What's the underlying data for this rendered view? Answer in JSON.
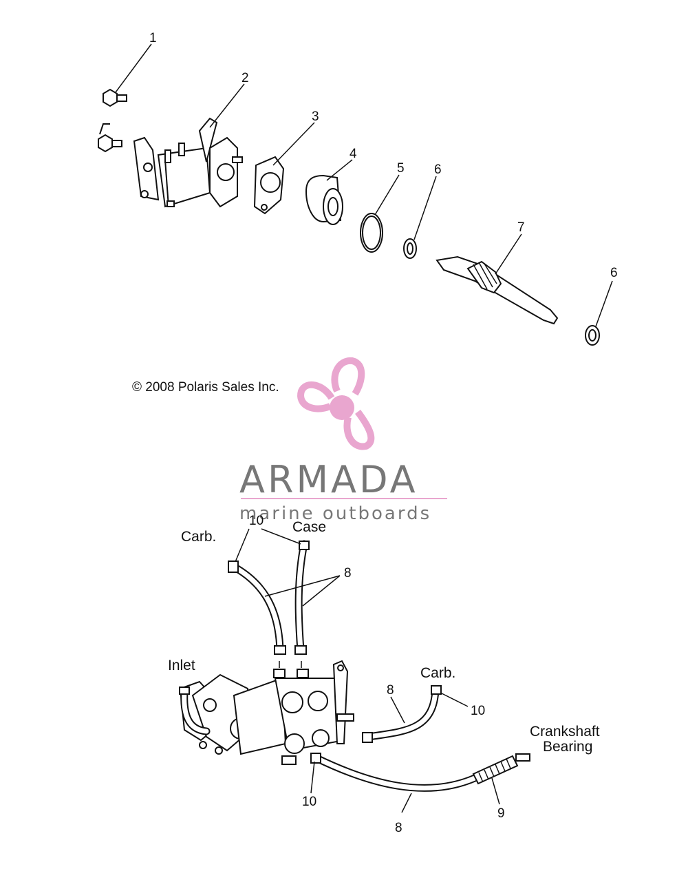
{
  "callouts_top": {
    "c1": "1",
    "c2": "2",
    "c3": "3",
    "c4": "4",
    "c5": "5",
    "c6a": "6",
    "c7": "7",
    "c6b": "6"
  },
  "copyright": "© 2008 Polaris Sales Inc.",
  "logo": {
    "brand": "ARMADA",
    "tagline": "marine outboards",
    "accent": "#e9a6cf",
    "text_color": "#777777"
  },
  "callouts_bottom": {
    "c10_top": "10",
    "case": "Case",
    "carb_left": "Carb.",
    "c8_top": "8",
    "inlet": "Inlet",
    "carb_right": "Carb.",
    "c8_mid": "8",
    "c10_right": "10",
    "crankshaft": "Crankshaft",
    "bearing": "Bearing",
    "c10_bottom": "10",
    "c8_bottom": "8",
    "c9": "9"
  },
  "colors": {
    "line": "#111111",
    "background": "#ffffff"
  }
}
